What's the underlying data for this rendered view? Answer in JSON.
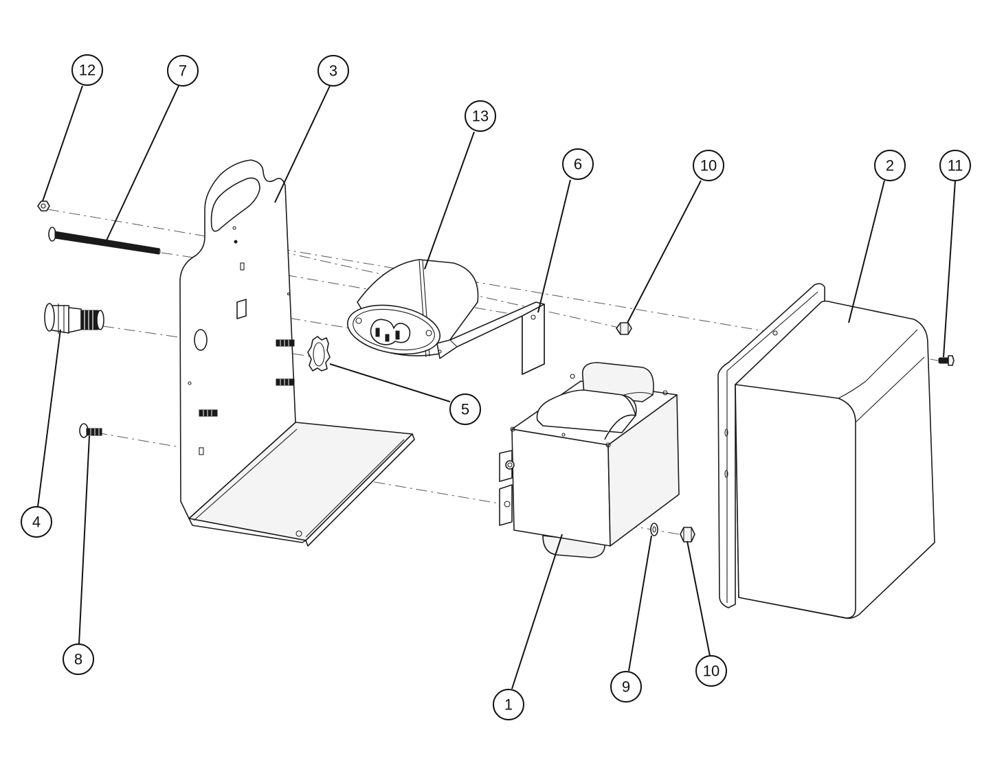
{
  "diagram": {
    "balloons": [
      {
        "id": "balloon-12",
        "label": "12"
      },
      {
        "id": "balloon-7",
        "label": "7"
      },
      {
        "id": "balloon-3",
        "label": "3"
      },
      {
        "id": "balloon-13",
        "label": "13"
      },
      {
        "id": "balloon-6",
        "label": "6"
      },
      {
        "id": "balloon-10-top",
        "label": "10"
      },
      {
        "id": "balloon-2",
        "label": "2"
      },
      {
        "id": "balloon-11",
        "label": "11"
      },
      {
        "id": "balloon-5",
        "label": "5"
      },
      {
        "id": "balloon-4",
        "label": "4"
      },
      {
        "id": "balloon-8",
        "label": "8"
      },
      {
        "id": "balloon-1",
        "label": "1"
      },
      {
        "id": "balloon-9",
        "label": "9"
      },
      {
        "id": "balloon-10-bottom",
        "label": "10"
      }
    ]
  }
}
